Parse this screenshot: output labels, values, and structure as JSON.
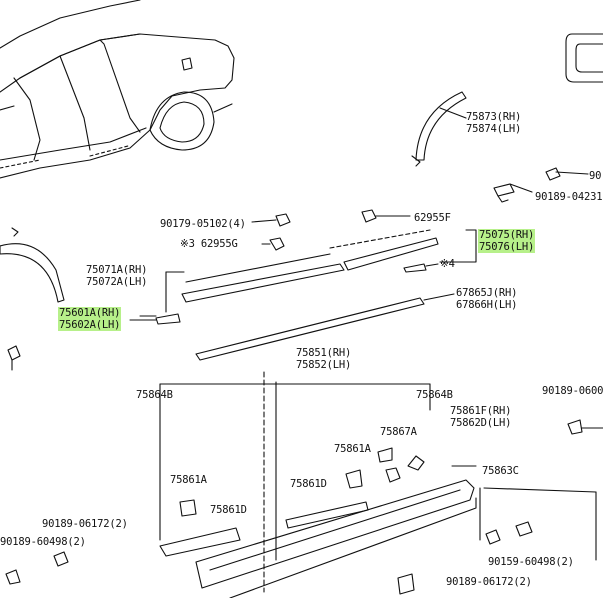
{
  "diagram": {
    "highlight_color": "#b7f08a",
    "labels": {
      "p75873": "75873(RH)",
      "p75874": "75874(LH)",
      "p90_top": "90",
      "p90189_0423": "90189-04231",
      "p90179": "90179-05102(4)",
      "p62955F": "62955F",
      "p62955G": "※3 62955G",
      "p75075": "75075(RH)",
      "p75076": "75076(LH)",
      "p75071A": "75071A(RH)",
      "p75072A": "75072A(LH)",
      "p4mark": "※4",
      "p67865J": "67865J(RH)",
      "p67866H": "67866H(LH)",
      "p75601A": "75601A(RH)",
      "p75602A": "75602A(LH)",
      "p75851": "75851(RH)",
      "p75852": "75852(LH)",
      "p75864B_left": "75864B",
      "p75864B_right": "75864B",
      "p90189_0600": "90189-0600",
      "p75861F": "75861F(RH)",
      "p75862D": "75862D(LH)",
      "p75867A": "75867A",
      "p75861A_mid": "75861A",
      "p75861A_left": "75861A",
      "p75863C": "75863C",
      "p75861D_mid": "75861D",
      "p75861D_left": "75861D",
      "p90189_06172_left": "90189-06172(2)",
      "p90189_60498_left": "90189-60498(2)",
      "p90159_60498": "90159-60498(2)",
      "p90189_06172_bottom": "90189-06172(2)"
    }
  }
}
